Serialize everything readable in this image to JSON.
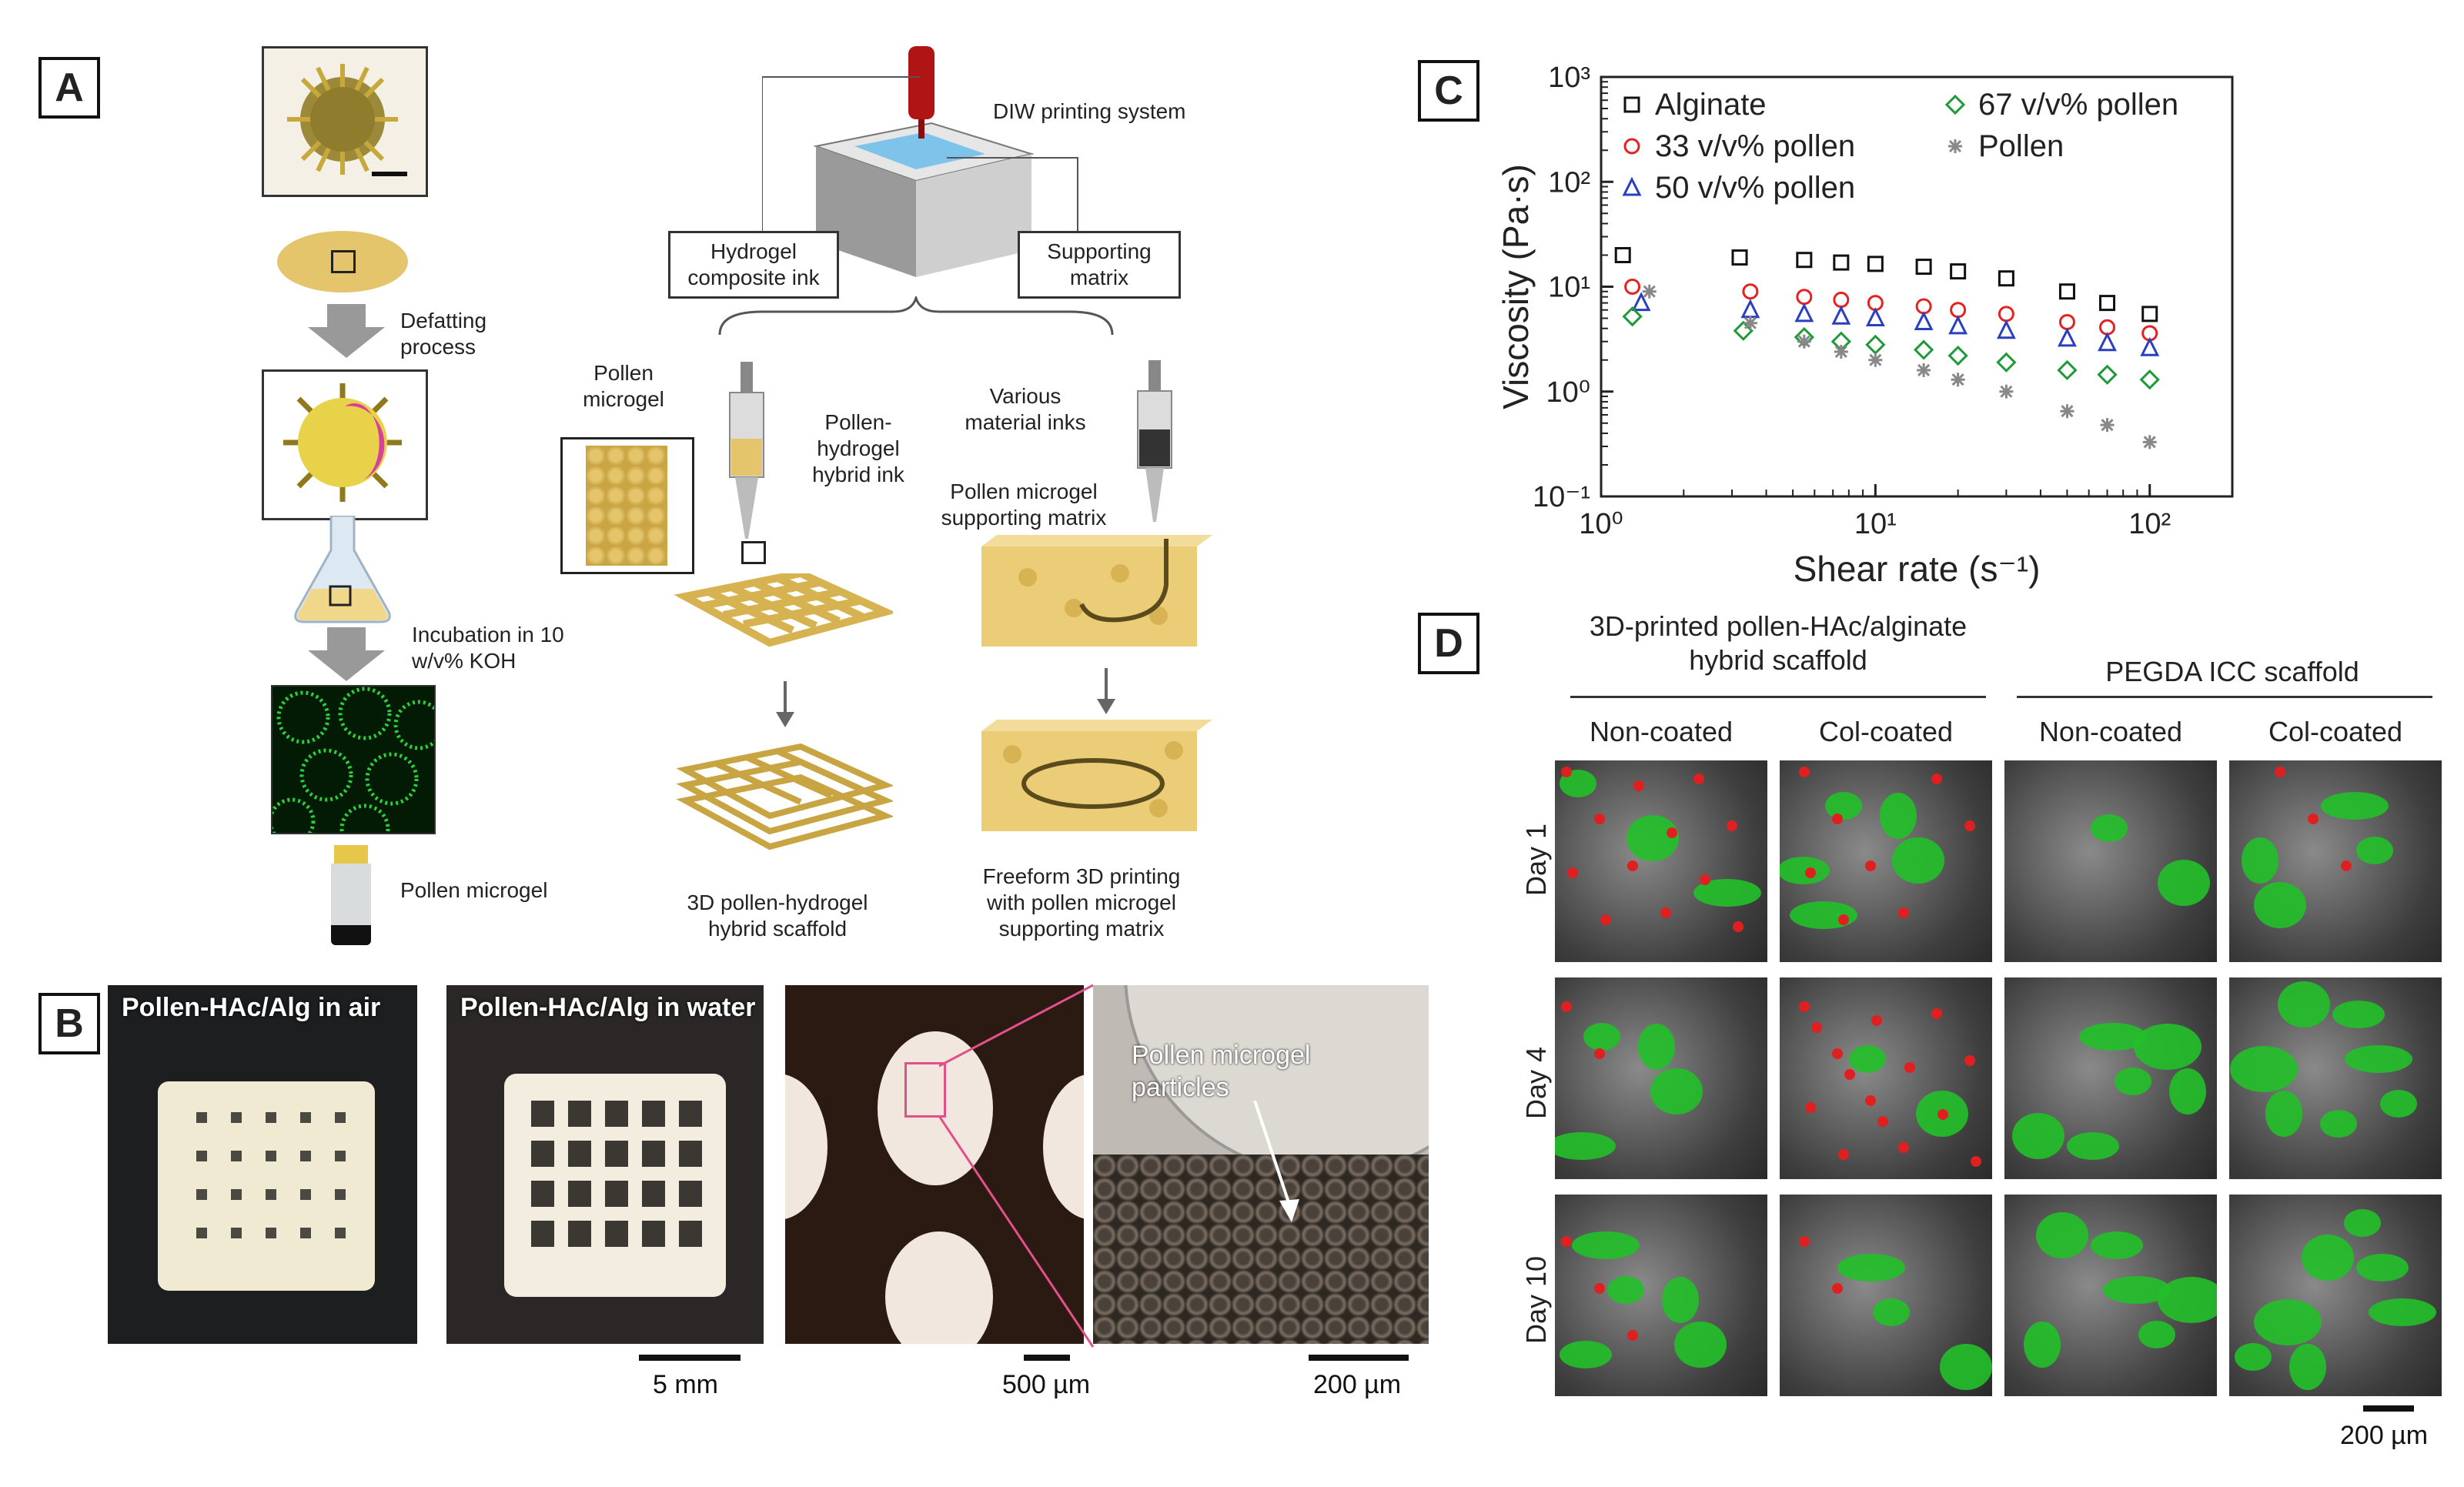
{
  "panels": {
    "a": "A",
    "b": "B",
    "c": "C",
    "d": "D"
  },
  "panel_a": {
    "defatting": "Defatting process",
    "incubation": "Incubation in 10 w/v% KOH",
    "pollen_microgel_bottom": "Pollen microgel",
    "diw_system": "DIW printing system",
    "hydrogel_ink": "Hydrogel composite ink",
    "supporting_matrix": "Supporting matrix",
    "pollen_microgel": "Pollen microgel",
    "hybrid_ink": "Pollen-hydrogel hybrid ink",
    "various_inks": "Various material inks",
    "microgel_matrix": "Pollen microgel supporting matrix",
    "scaffold_3d": "3D pollen-hydrogel hybrid scaffold",
    "freeform": "Freeform 3D printing with pollen microgel supporting matrix"
  },
  "panel_b": {
    "photo1_title": "Pollen-HAc/Alg in air",
    "photo2_title": "Pollen-HAc/Alg in water",
    "particles_label": "Pollen microgel particles",
    "scale1": "5 mm",
    "scale2": "500 µm",
    "scale3": "200 µm"
  },
  "panel_d": {
    "group1": "3D-printed pollen-HAc/alginate hybrid scaffold",
    "group2": "PEGDA ICC scaffold",
    "columns": [
      "Non-coated",
      "Col-coated",
      "Non-coated",
      "Col-coated"
    ],
    "rows": [
      "Day 1",
      "Day 4",
      "Day 10"
    ],
    "scale": "200 µm"
  },
  "chart_data": {
    "type": "scatter",
    "xlabel": "Shear rate (s⁻¹)",
    "ylabel": "Viscosity (Pa·s)",
    "xscale": "log",
    "yscale": "log",
    "xlim": [
      1,
      200
    ],
    "ylim": [
      0.1,
      1000
    ],
    "x_ticks": [
      "10⁰",
      "10¹",
      "10²"
    ],
    "y_ticks": [
      "10⁻¹",
      "10⁰",
      "10¹",
      "10²",
      "10³"
    ],
    "legend_position": "top",
    "series": [
      {
        "name": "Alginate",
        "marker": "square",
        "color": "#111111",
        "x": [
          1.2,
          3.2,
          5.5,
          7.5,
          10,
          15,
          20,
          30,
          50,
          70,
          100
        ],
        "y": [
          20,
          19,
          18,
          17,
          16.5,
          15.5,
          14,
          12,
          9,
          7,
          5.5
        ]
      },
      {
        "name": "33 v/v% pollen",
        "marker": "circle",
        "color": "#e32222",
        "x": [
          1.3,
          3.5,
          5.5,
          7.5,
          10,
          15,
          20,
          30,
          50,
          70,
          100
        ],
        "y": [
          10,
          9,
          8,
          7.5,
          7,
          6.5,
          6,
          5.5,
          4.6,
          4.1,
          3.6
        ]
      },
      {
        "name": "50 v/v% pollen",
        "marker": "triangle",
        "color": "#2a3fbf",
        "x": [
          1.4,
          3.5,
          5.5,
          7.5,
          10,
          15,
          20,
          30,
          50,
          70,
          100
        ],
        "y": [
          7,
          6,
          5.5,
          5.2,
          5,
          4.6,
          4.2,
          3.8,
          3.2,
          2.9,
          2.6
        ]
      },
      {
        "name": "67 v/v% pollen",
        "marker": "diamond",
        "color": "#1f9a3a",
        "x": [
          1.3,
          3.3,
          5.5,
          7.5,
          10,
          15,
          20,
          30,
          50,
          70,
          100
        ],
        "y": [
          5.2,
          3.8,
          3.3,
          3,
          2.8,
          2.5,
          2.2,
          1.9,
          1.6,
          1.45,
          1.3
        ]
      },
      {
        "name": "Pollen",
        "marker": "asterisk",
        "color": "#888888",
        "x": [
          1.5,
          3.5,
          5.5,
          7.5,
          10,
          15,
          20,
          30,
          50,
          70,
          100
        ],
        "y": [
          9,
          4.5,
          3,
          2.4,
          2,
          1.6,
          1.3,
          1.0,
          0.65,
          0.48,
          0.33
        ]
      }
    ]
  },
  "colors": {
    "pollen_yellow": "#e4c56b",
    "fluor_green": "#22c02a",
    "fluor_red": "#e02020",
    "gel_blue": "#7dc3ea",
    "nozzle_red": "#b01414"
  }
}
